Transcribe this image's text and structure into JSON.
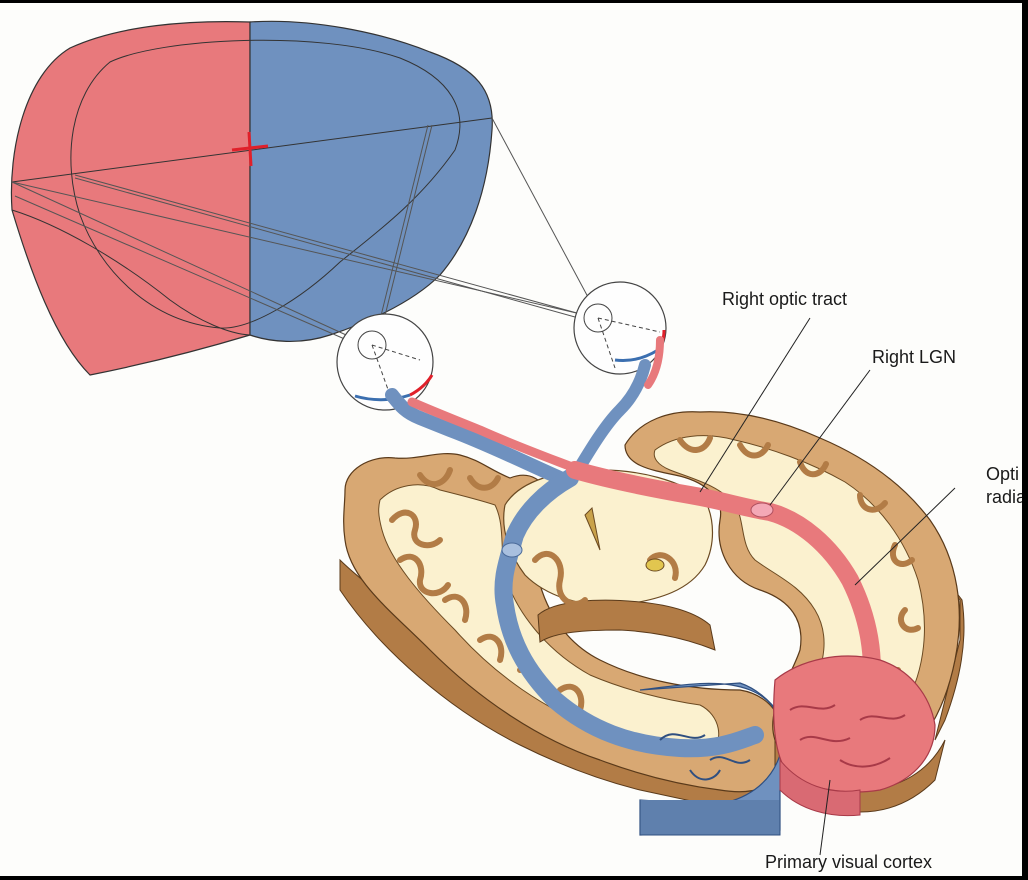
{
  "labels": {
    "right_optic_tract": "Right optic tract",
    "right_lgn": "Right LGN",
    "optic_radiation_line1": "Opti",
    "optic_radiation_line2": "radia",
    "primary_visual_cortex": "Primary visual cortex"
  },
  "colors": {
    "left_visual_field": "#e8797c",
    "right_visual_field": "#6f91bf",
    "cortex_tan": "#d8a873",
    "cortex_dark": "#b27c46",
    "white_matter": "#fbf1cf",
    "fixation_mark": "#e0202a",
    "background": "#fdfdfb"
  }
}
